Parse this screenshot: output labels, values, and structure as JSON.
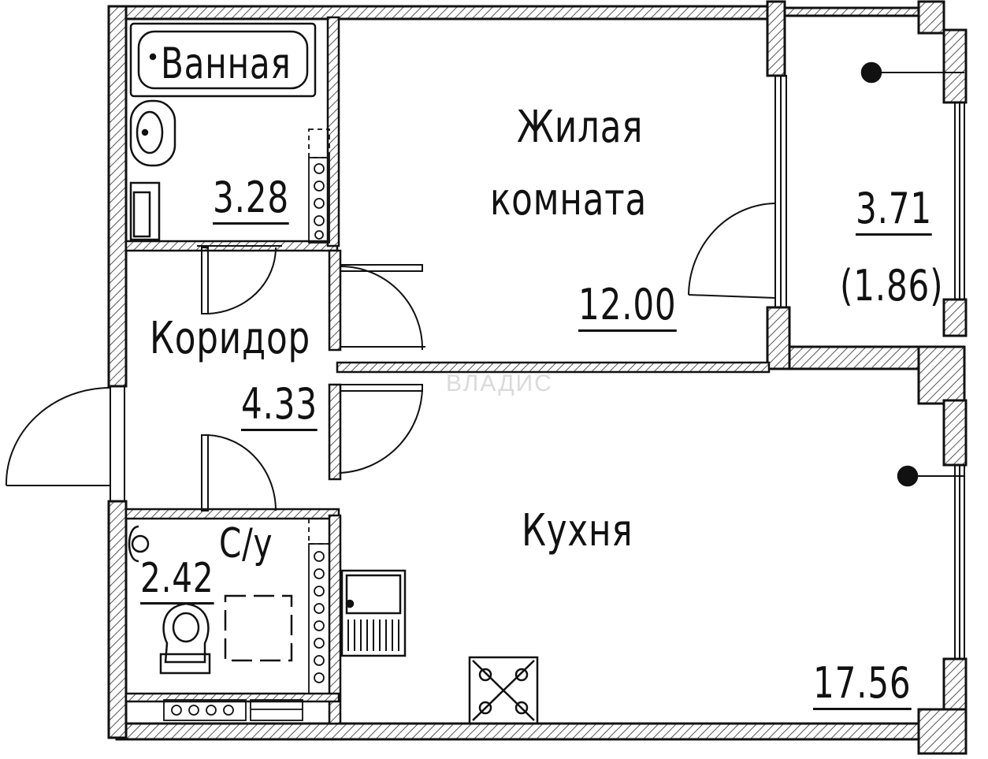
{
  "rooms": {
    "bathroom": {
      "name": "Ванная",
      "area": "3.28"
    },
    "living": {
      "name_line1": "Жилая",
      "name_line2": "комната",
      "area": "12.00"
    },
    "balcony": {
      "area": "3.71",
      "area_reduced": "(1.86)"
    },
    "corridor": {
      "name": "Коридор",
      "area": "4.33"
    },
    "toilet": {
      "name": "С/у",
      "area": "2.42"
    },
    "kitchen": {
      "name": "Кухня",
      "area": "17.56"
    }
  },
  "watermark": {
    "text": "ВЛАДИС"
  },
  "colors": {
    "line": "#111111",
    "hatch": "#444444",
    "background": "#ffffff",
    "watermark": "#bdbdbd"
  }
}
